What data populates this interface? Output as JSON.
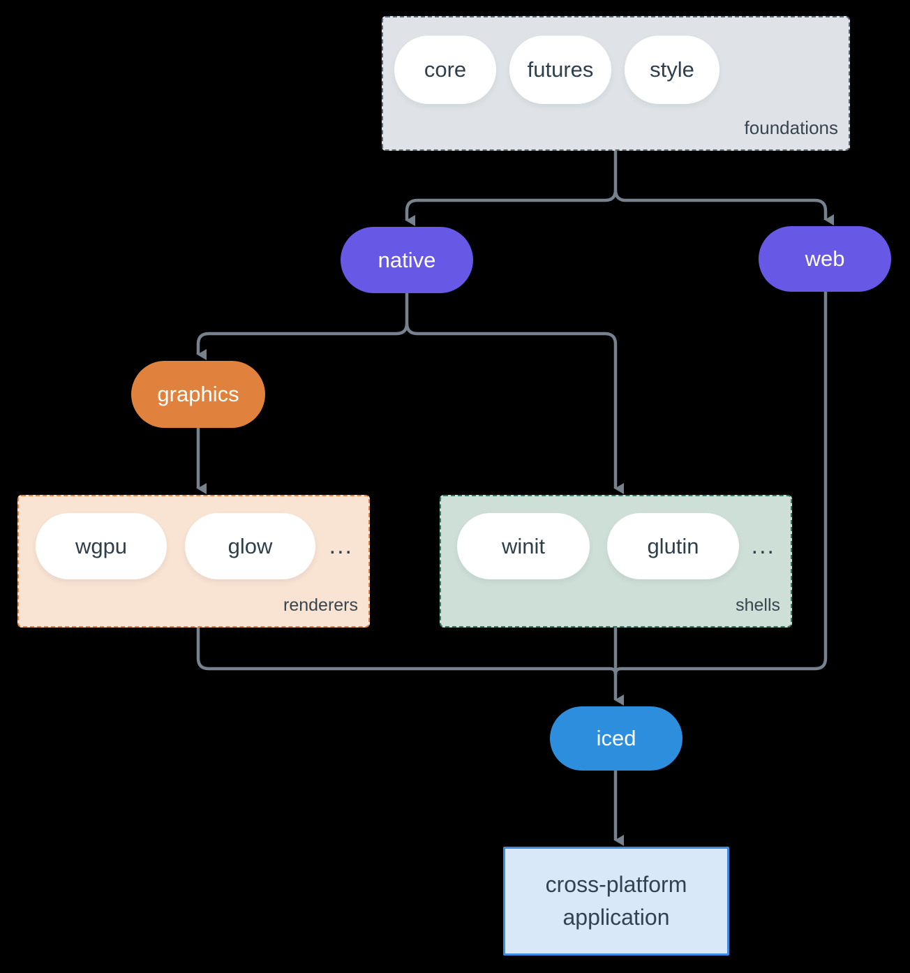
{
  "groups": {
    "foundations": {
      "label": "foundations",
      "pills": [
        "core",
        "futures",
        "style"
      ]
    },
    "renderers": {
      "label": "renderers",
      "pills": [
        "wgpu",
        "glow"
      ],
      "more": "..."
    },
    "shells": {
      "label": "shells",
      "pills": [
        "winit",
        "glutin"
      ],
      "more": "..."
    }
  },
  "nodes": {
    "native": {
      "label": "native"
    },
    "web": {
      "label": "web"
    },
    "graphics": {
      "label": "graphics"
    },
    "iced": {
      "label": "iced"
    },
    "application": {
      "line1": "cross-platform",
      "line2": "application"
    }
  },
  "colors": {
    "background": "#000000",
    "connector": "#76828E",
    "foundations_fill": "#DFE3E7",
    "foundations_border": "#5A6C7B",
    "renderers_fill": "#F9E3D3",
    "renderers_border": "#E8823A",
    "shells_fill": "#CEDFD7",
    "shells_border": "#2E7C67",
    "purple_node": "#6759E6",
    "orange_node": "#E0823E",
    "blue_node": "#2E8EDE",
    "pill_fill": "#FFFFFF",
    "pill_text": "#2F3E4B",
    "application_fill": "#D9E8F9",
    "application_border": "#3B8CE1"
  }
}
